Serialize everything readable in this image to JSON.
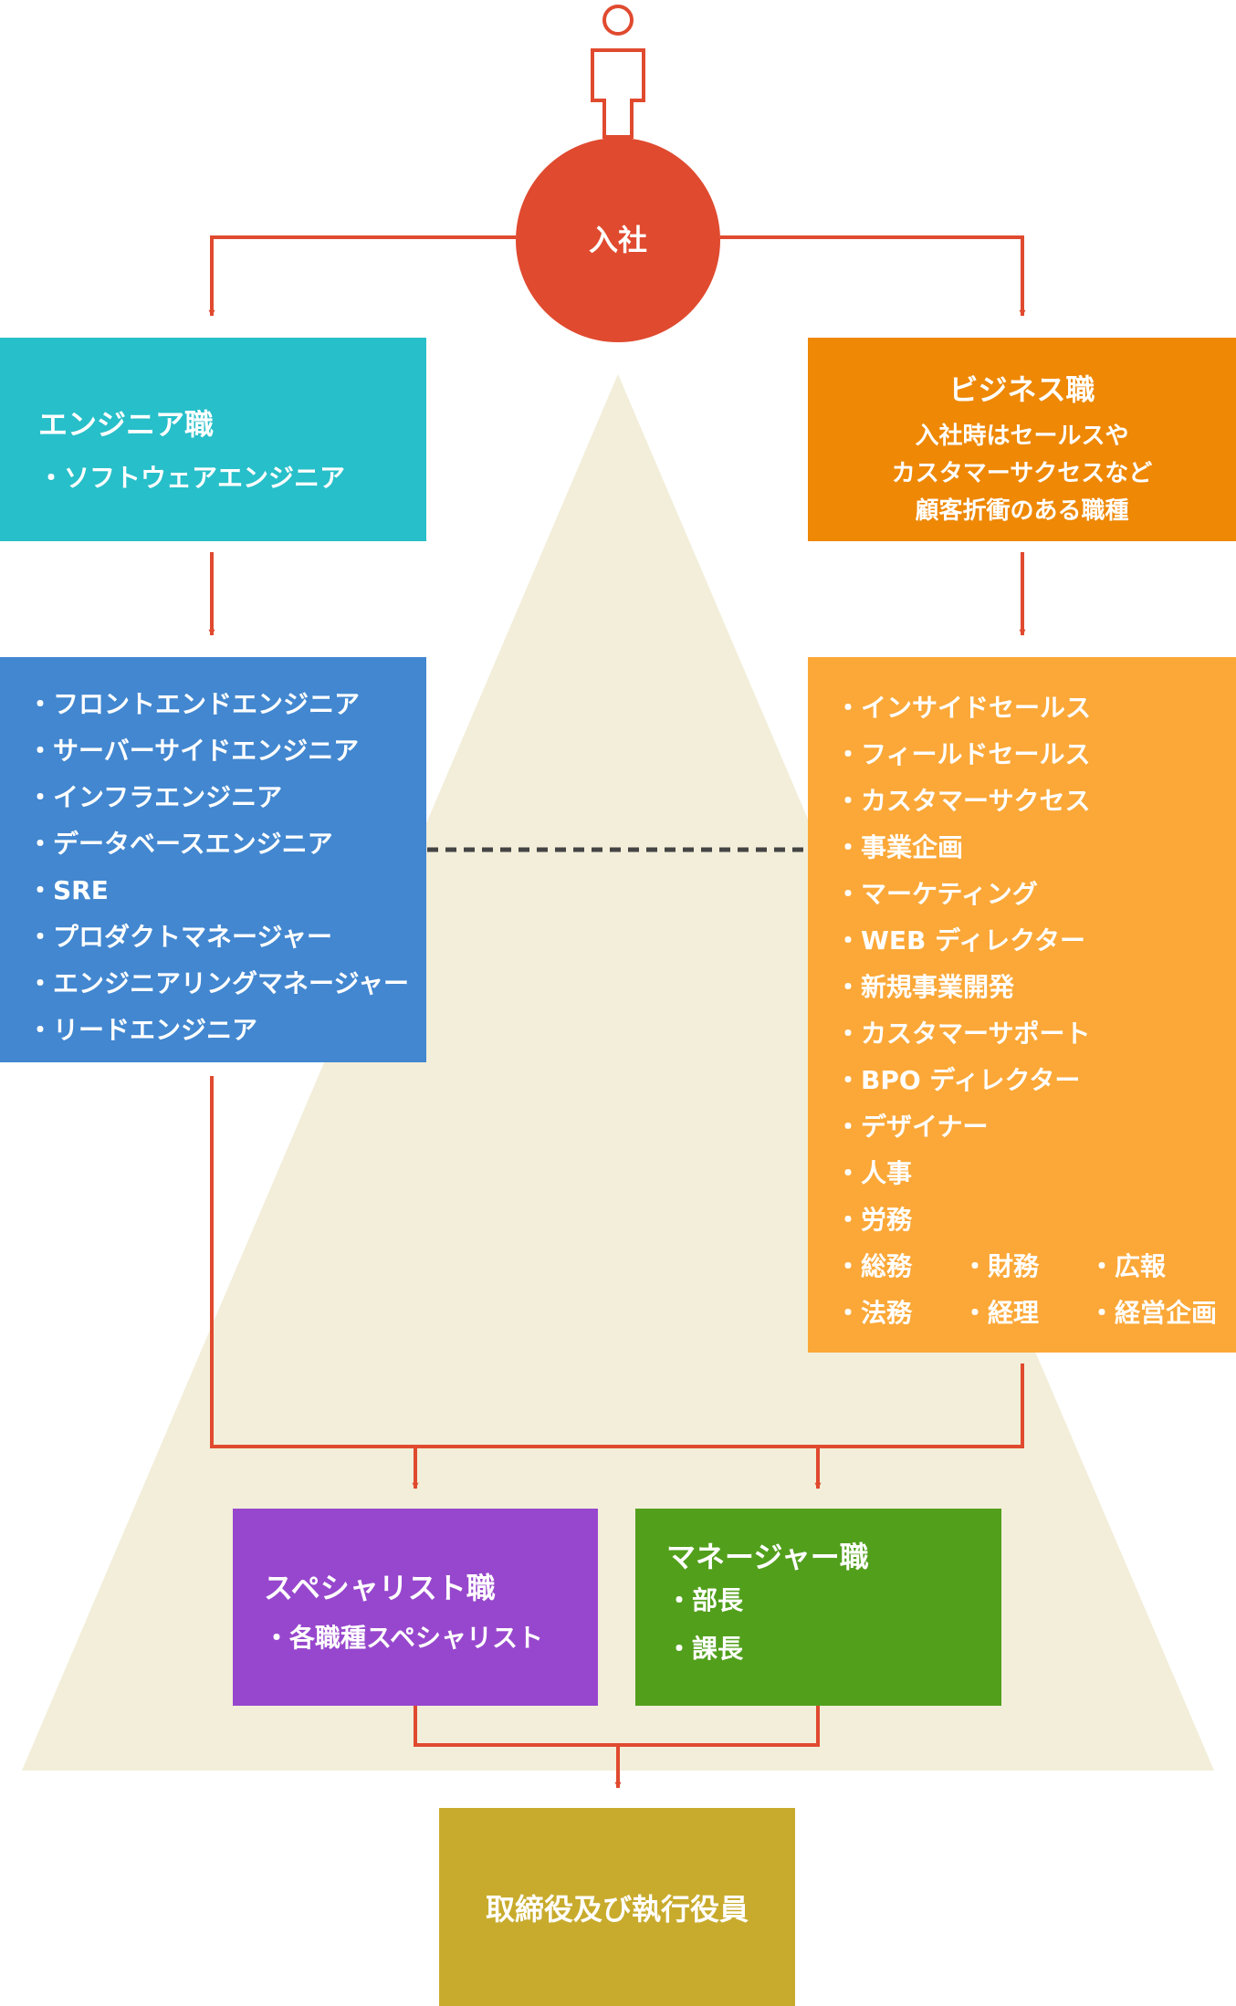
{
  "entry": {
    "label": "入社"
  },
  "engineer_track": {
    "title": "エンジニア職",
    "items": [
      "ソフトウェアエンジニア"
    ]
  },
  "business_track": {
    "title": "ビジネス職",
    "description": [
      "入社時はセールスや",
      "カスタマーサクセスなど",
      "顧客折衝のある職種"
    ]
  },
  "engineer_roles": {
    "items": [
      "フロントエンドエンジニア",
      "サーバーサイドエンジニア",
      "インフラエンジニア",
      "データベースエンジニア",
      "SRE",
      "プロダクトマネージャー",
      "エンジニアリングマネージャー",
      "リードエンジニア"
    ]
  },
  "business_roles": {
    "items": [
      "インサイドセールス",
      "フィールドセールス",
      "カスタマーサクセス",
      "事業企画",
      "マーケティング",
      "WEB ディレクター",
      "新規事業開発",
      "カスタマーサポート",
      "BPO ディレクター",
      "デザイナー",
      "人事",
      "労務"
    ],
    "grid_rows": [
      [
        "総務",
        "財務",
        "広報"
      ],
      [
        "法務",
        "経理",
        "経営企画"
      ]
    ]
  },
  "specialist_track": {
    "title": "スペシャリスト職",
    "items": [
      "各職種スペシャリスト"
    ]
  },
  "manager_track": {
    "title": "マネージャー職",
    "items": [
      "部長",
      "課長"
    ]
  },
  "executive": {
    "label": "取締役及び執行役員"
  },
  "colors": {
    "arrow": "#e04a2f",
    "pyramid": "#f2eed9",
    "dashed_line": "#444444",
    "engineer_track": "#27bfc9",
    "business_track": "#ee8805",
    "engineer_roles": "#4287d0",
    "business_roles": "#fba838",
    "specialist_track": "#9747cd",
    "manager_track": "#529f1c",
    "executive": "#c8ab2d"
  }
}
